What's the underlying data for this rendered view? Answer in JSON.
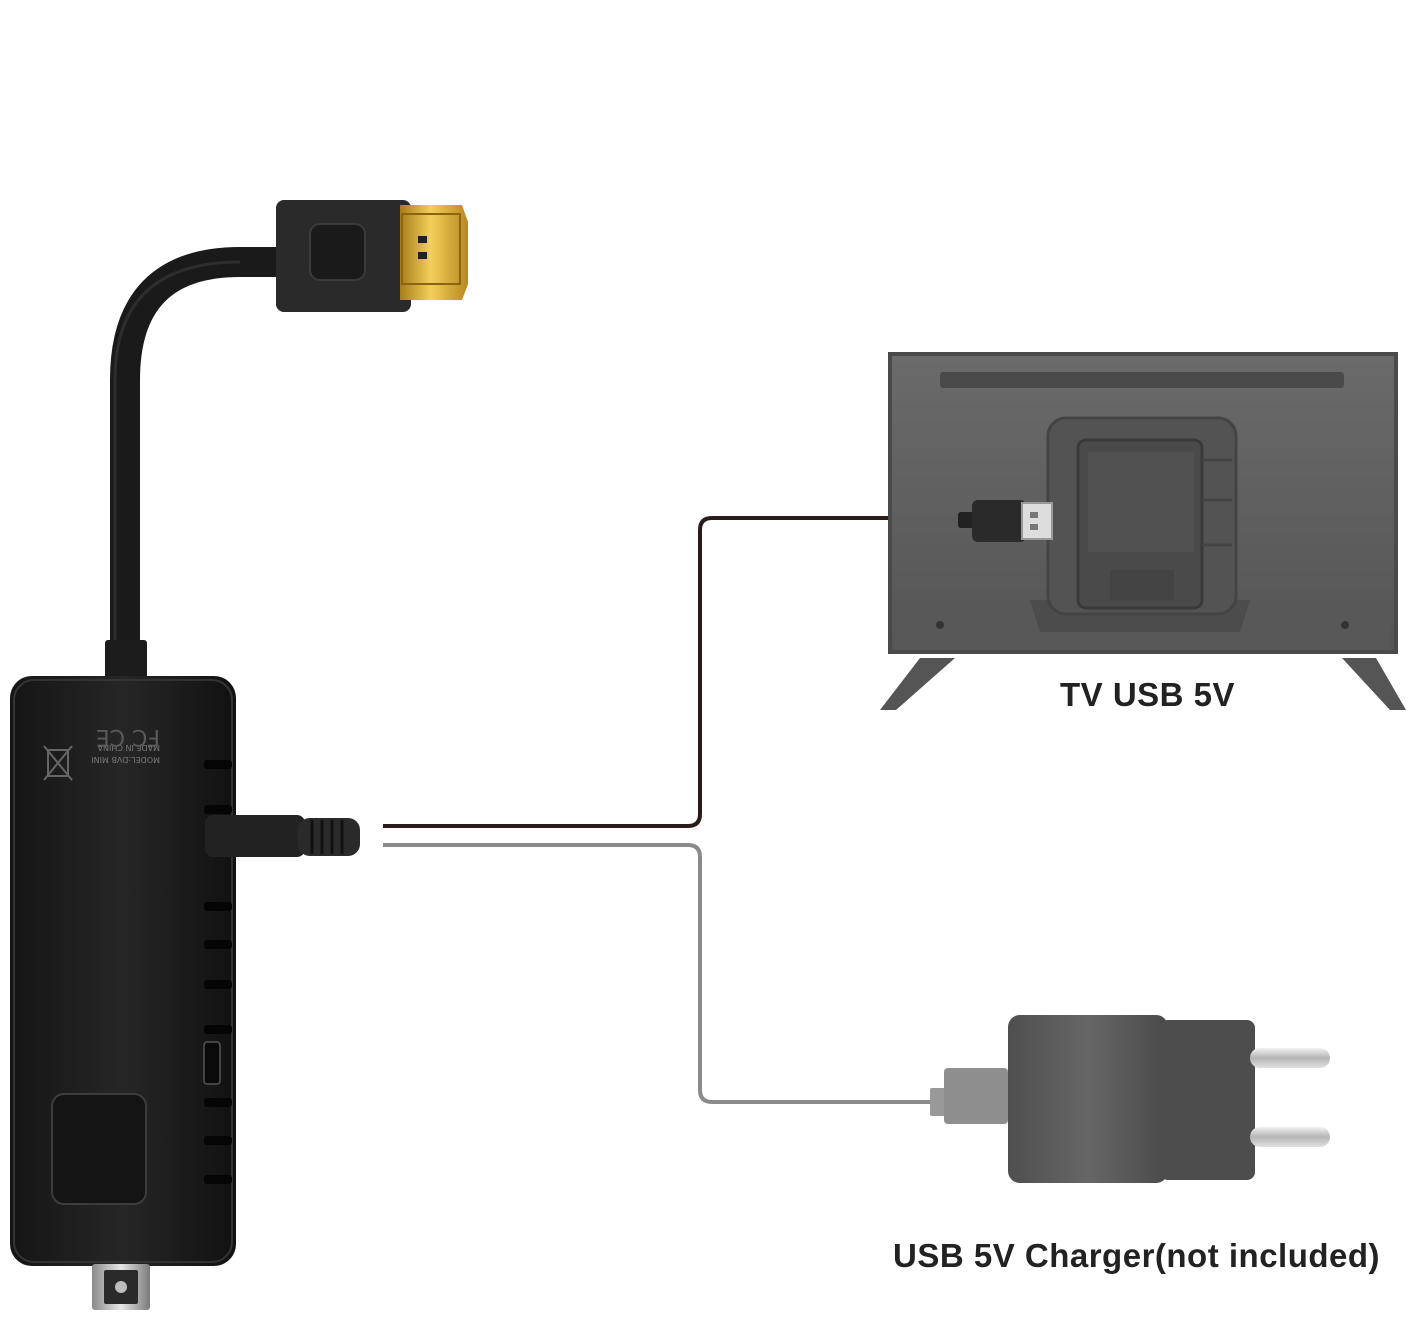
{
  "labels": {
    "tv": "TV USB 5V",
    "charger": "USB 5V Charger(not included)"
  },
  "device": {
    "markings": {
      "certifications": "FC CE",
      "made_in": "MADE IN CHINA",
      "model": "MODEL:DVB MINI"
    }
  },
  "colors": {
    "background": "#ffffff",
    "device_body": "#1e1e1e",
    "hdmi_gold": "#d4a52a",
    "tv_body": "#5e5e5e",
    "charger_body": "#5a5a5a",
    "cable_to_tv": "#2a1a1a",
    "cable_to_charger": "#8a8a8a",
    "label_text": "#222222"
  }
}
